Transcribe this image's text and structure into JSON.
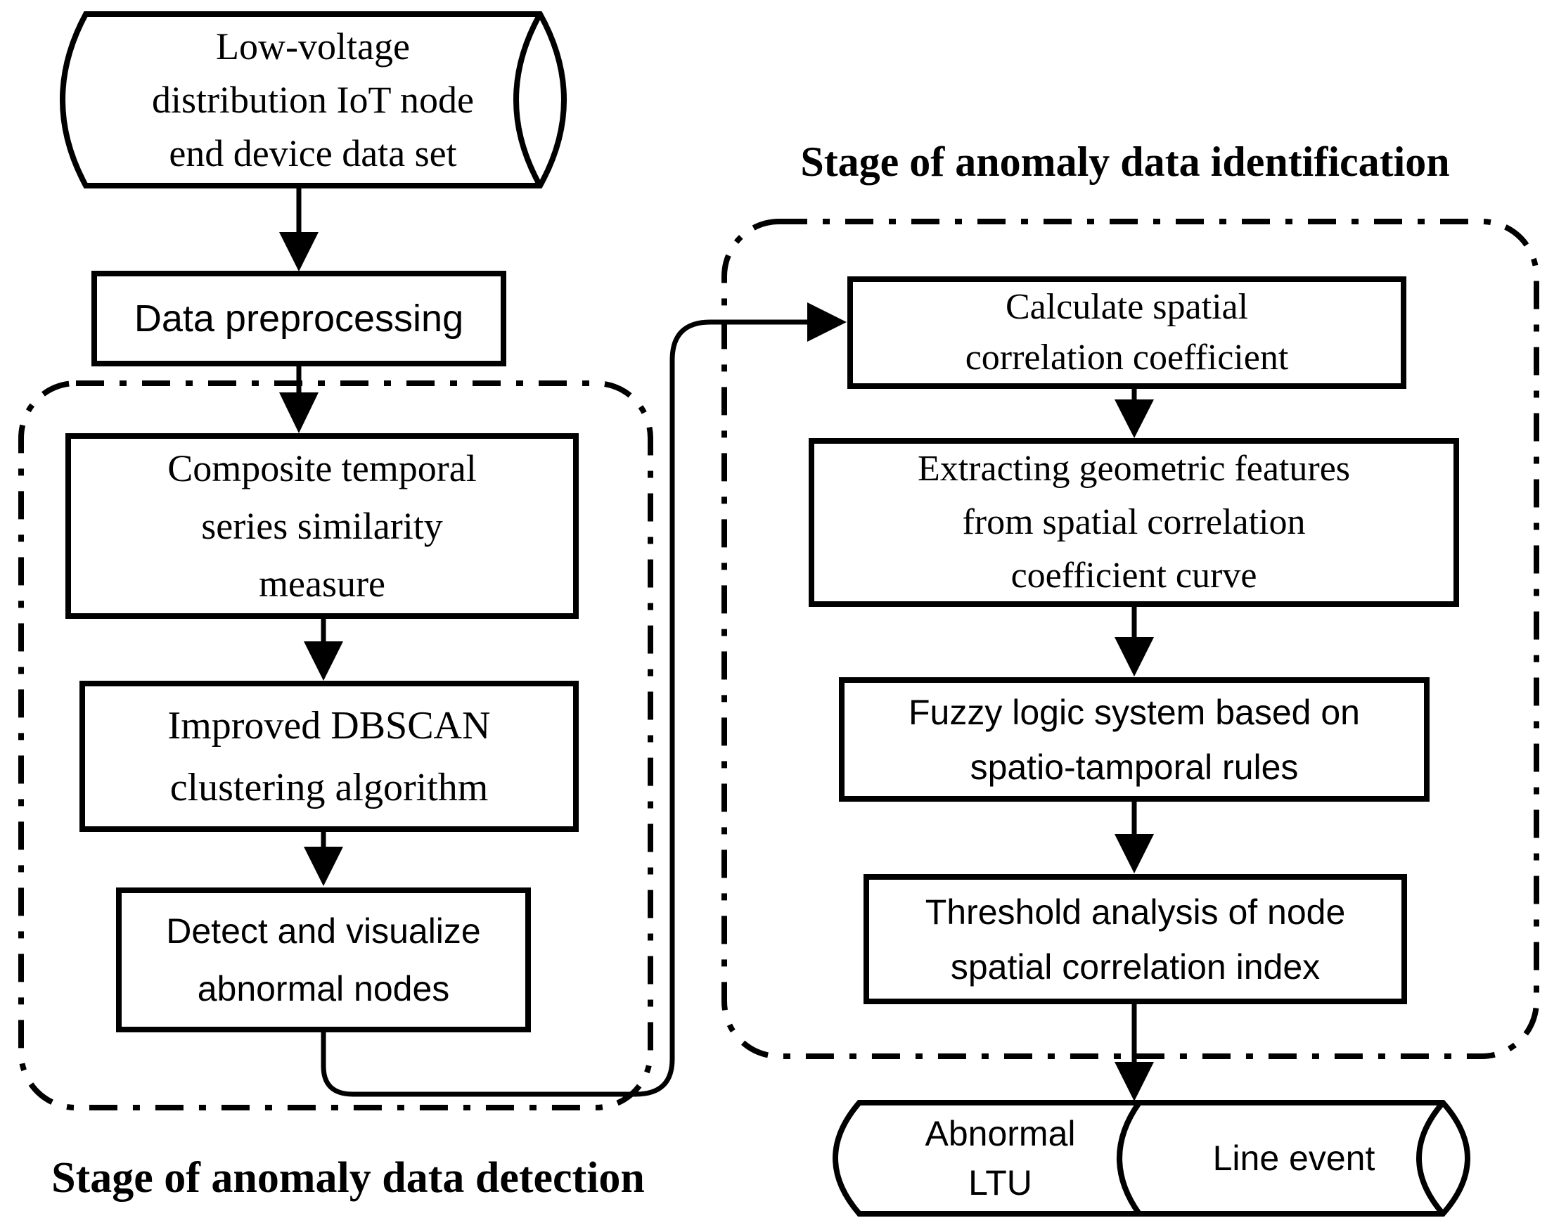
{
  "stages": {
    "detection": {
      "title": "Stage of anomaly data detection"
    },
    "identification": {
      "title": "Stage of anomaly data identification"
    }
  },
  "nodes": {
    "dataset": {
      "shape": "cylinder",
      "lines": [
        "Low-voltage",
        "distribution IoT node",
        "end device data set"
      ]
    },
    "preprocessing": {
      "shape": "process",
      "label": "Data preprocessing"
    },
    "composite": {
      "shape": "process",
      "lines": [
        "Composite temporal",
        "series similarity",
        "measure"
      ]
    },
    "dbscan": {
      "shape": "process",
      "lines": [
        "Improved DBSCAN",
        "clustering algorithm"
      ]
    },
    "detect": {
      "shape": "process",
      "lines": [
        "Detect and visualize",
        "abnormal nodes"
      ]
    },
    "calculate": {
      "shape": "process",
      "lines": [
        "Calculate spatial",
        "correlation coefficient"
      ]
    },
    "extract": {
      "shape": "process",
      "lines": [
        "Extracting geometric features",
        "from spatial correlation",
        "coefficient curve"
      ]
    },
    "fuzzy": {
      "shape": "process",
      "lines": [
        "Fuzzy logic system based on",
        "spatio-tamporal rules"
      ]
    },
    "threshold": {
      "shape": "process",
      "lines": [
        "Threshold analysis of node",
        "spatial correlation index"
      ]
    },
    "abnormal_ltu": {
      "shape": "cylinder",
      "lines": [
        "Abnormal",
        "LTU"
      ]
    },
    "line_event": {
      "shape": "cylinder",
      "label": "Line event"
    }
  },
  "colors": {
    "ink": "#000000",
    "background": "#ffffff"
  }
}
